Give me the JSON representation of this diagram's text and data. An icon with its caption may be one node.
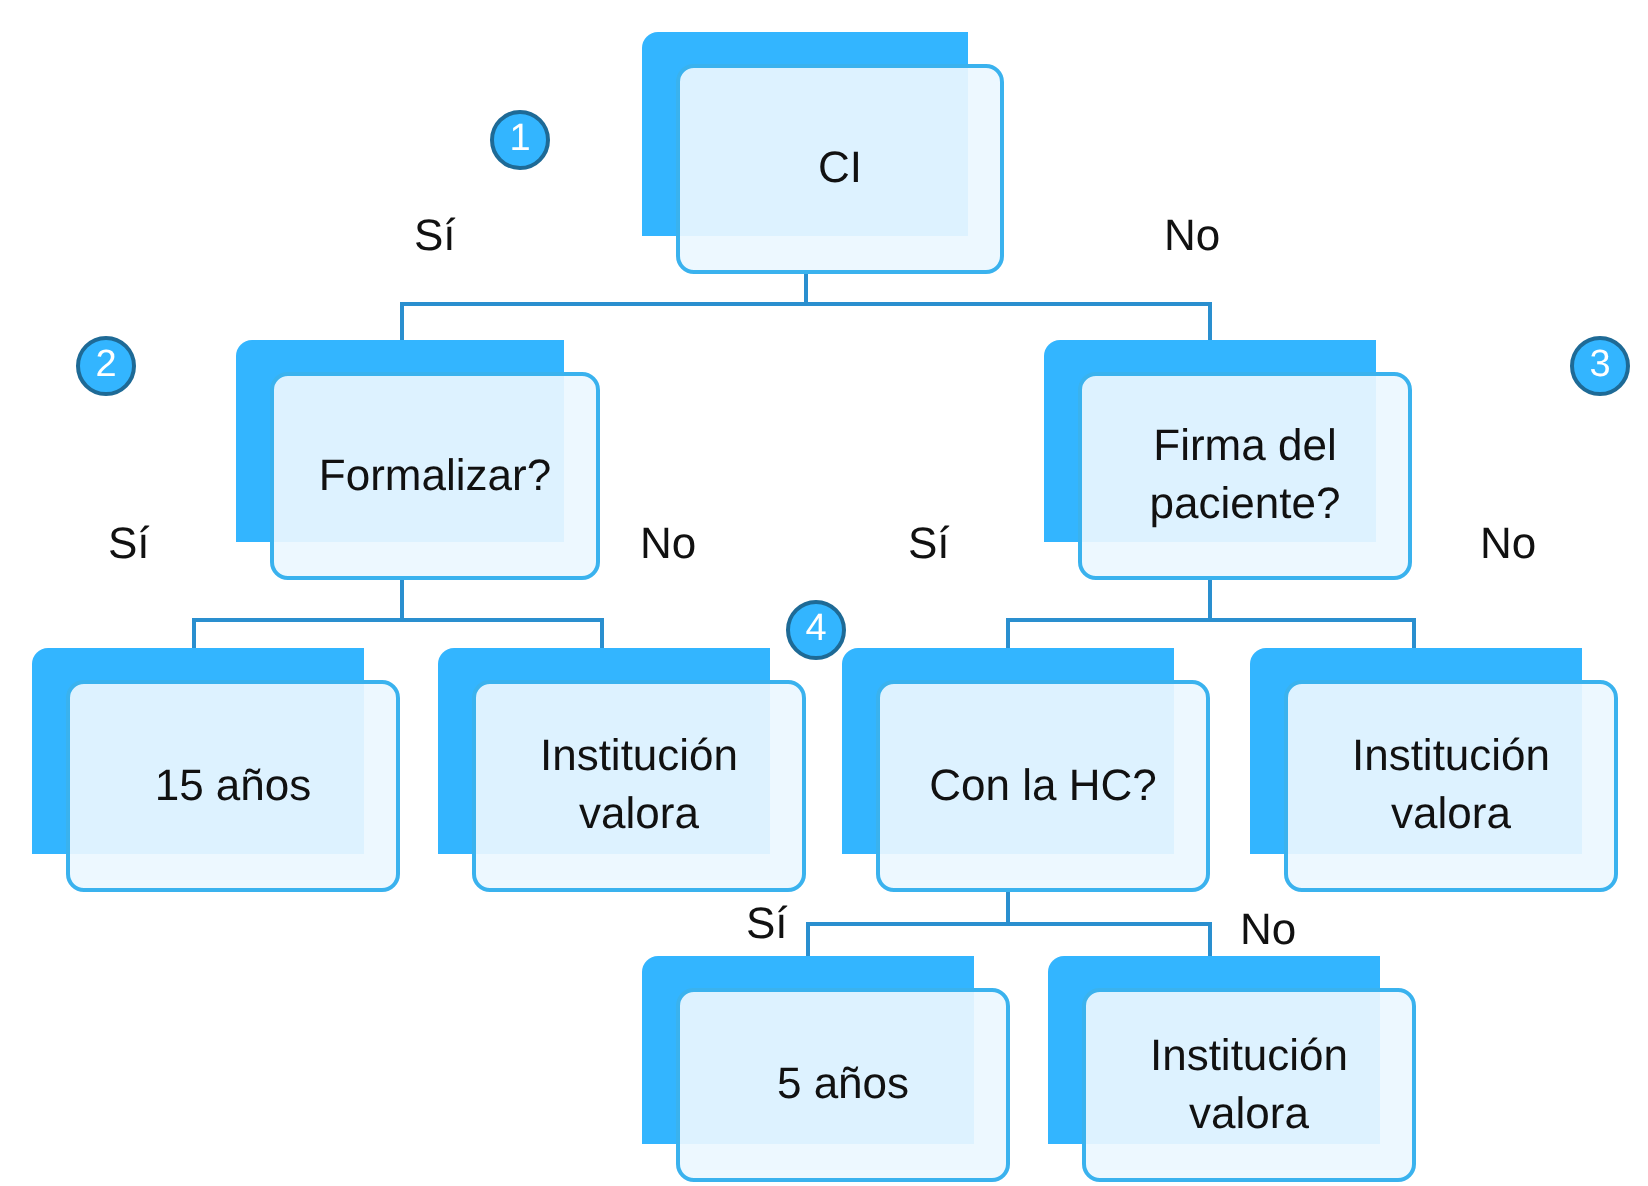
{
  "diagram": {
    "nodes": [
      {
        "text": [
          "CI"
        ]
      },
      {
        "text": [
          "Formalizar?"
        ]
      },
      {
        "text": [
          "Firma del paciente?"
        ]
      },
      {
        "text": [
          "15 años"
        ]
      },
      {
        "text": [
          "Institución valora"
        ]
      },
      {
        "text": [
          "Con la HC?"
        ]
      },
      {
        "text": [
          "Institución valora"
        ]
      },
      {
        "text": [
          "5 años"
        ]
      },
      {
        "text": [
          "Institución valora"
        ]
      }
    ],
    "edges": [
      {
        "from": 0,
        "to": 1,
        "arrow": "none",
        "label": "Sí"
      },
      {
        "from": 0,
        "to": 2,
        "arrow": "none",
        "label": "No"
      },
      {
        "from": 1,
        "to": 3,
        "arrow": "none",
        "label": "Sí"
      },
      {
        "from": 1,
        "to": 4,
        "arrow": "none",
        "label": "No"
      },
      {
        "from": 2,
        "to": 5,
        "arrow": "none",
        "label": "Sí"
      },
      {
        "from": 2,
        "to": 6,
        "arrow": "none",
        "label": "No"
      },
      {
        "from": 5,
        "to": 7,
        "arrow": "none",
        "label": "Sí"
      },
      {
        "from": 5,
        "to": 8,
        "arrow": "none",
        "label": "No"
      }
    ],
    "labels": [
      "1",
      "2",
      "3",
      "4"
    ]
  }
}
